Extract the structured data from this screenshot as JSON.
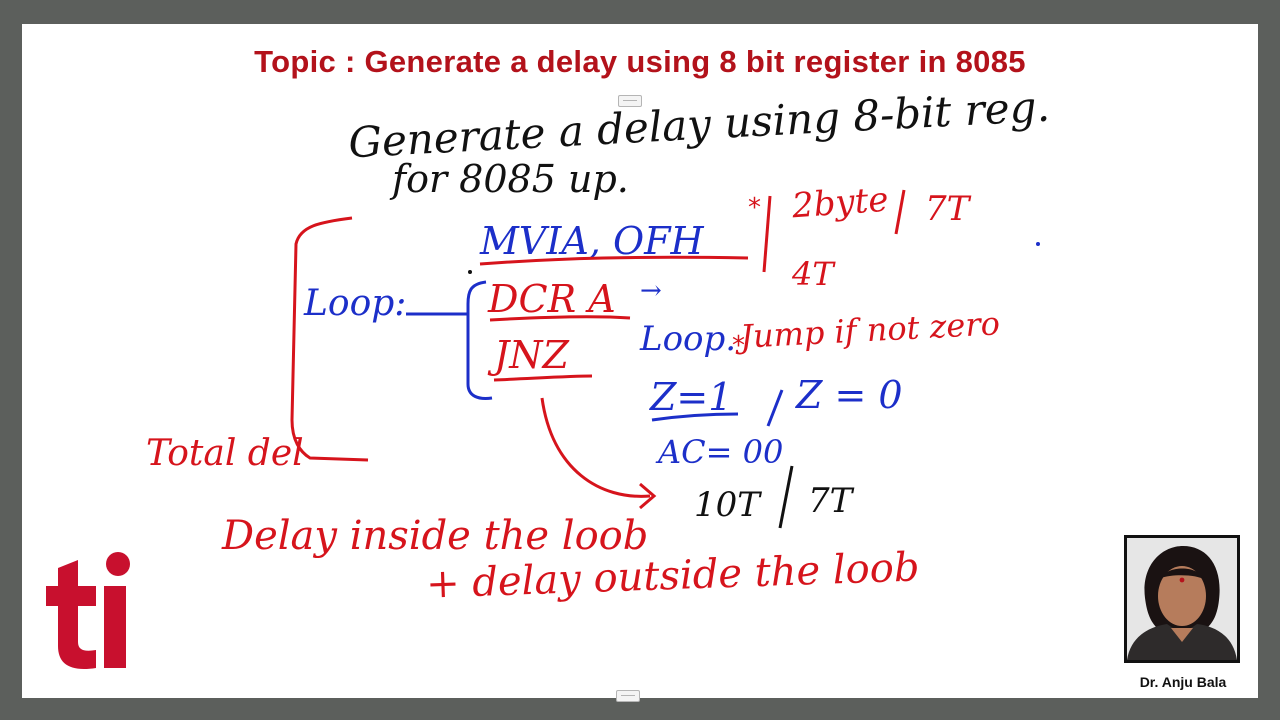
{
  "slide": {
    "topic": "Topic : Generate a delay using 8 bit register in 8085",
    "presenter": "Dr. Anju Bala"
  },
  "notes": {
    "line1": "Generate a delay using 8-bit reg.",
    "line2": "for 8085 up.",
    "mvi": "MVIA, OFH",
    "mvi_meta1": "2byte",
    "mvi_meta2": "7T",
    "mvi_dcr_t": "4T",
    "loop_label": "Loop:",
    "dcr": "DCR A",
    "arrow": "→",
    "jnz": "JNZ",
    "jnz_target": "Loop.",
    "jnz_note": "Jump if not zero",
    "z1": "Z=1",
    "z0": "Z = 0",
    "ac": "AC= 00",
    "jnz_t": "10T",
    "jnz_t2": "7T",
    "total": "Total del",
    "formula1": "Delay inside the loob",
    "formula2": "+ delay outside the loob"
  },
  "colors": {
    "topic": "#b3121b",
    "ink_blue": "#1c2fc9",
    "ink_red": "#d6141c",
    "ink_black": "#111111",
    "logo_red": "#c8102e"
  },
  "icons": {
    "logo": "ti-logo",
    "presenter": "presenter-photo"
  }
}
